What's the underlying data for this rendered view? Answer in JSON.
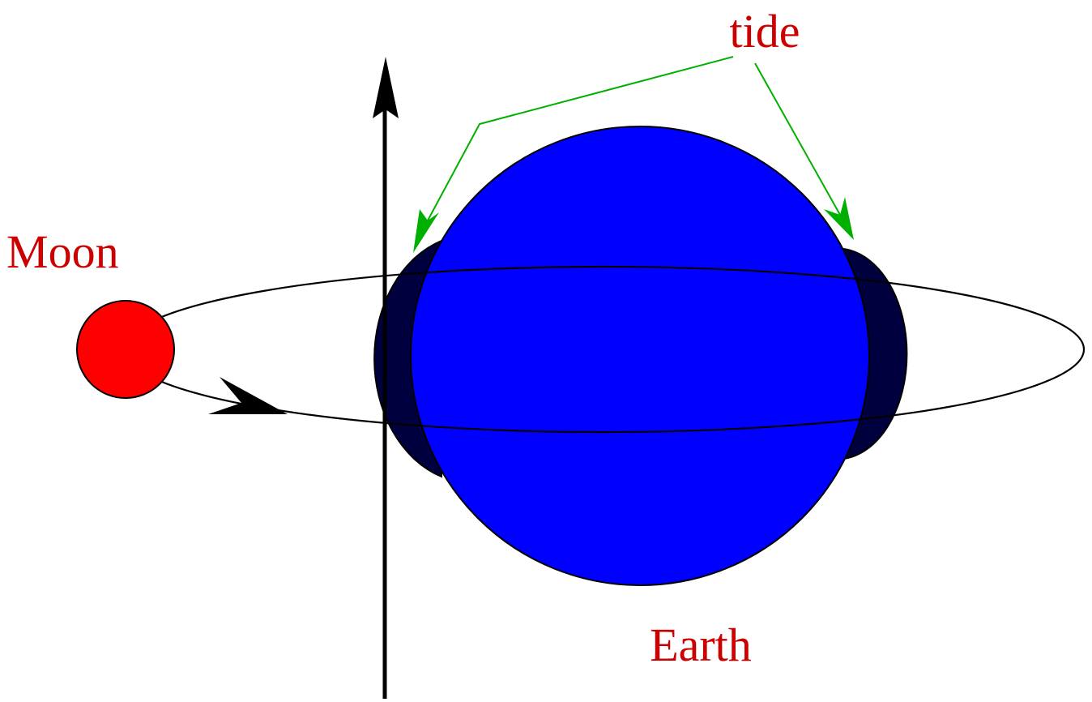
{
  "labels": {
    "tide": "tide",
    "moon": "Moon",
    "earth": "Earth"
  },
  "colors": {
    "background": "#ffffff",
    "label": "#cc0000",
    "earth_fill": "#0000ff",
    "tidal_bulge_fill": "#00003f",
    "moon_fill": "#ff0000",
    "tide_pointer": "#00b000",
    "outline": "#000000"
  },
  "icons": {
    "moon": "moon-disc",
    "earth": "earth-disc",
    "orbit": "orbit-ellipse",
    "orbit_direction": "orbit-direction-arrowhead",
    "axis": "rotation-axis-arrow"
  }
}
